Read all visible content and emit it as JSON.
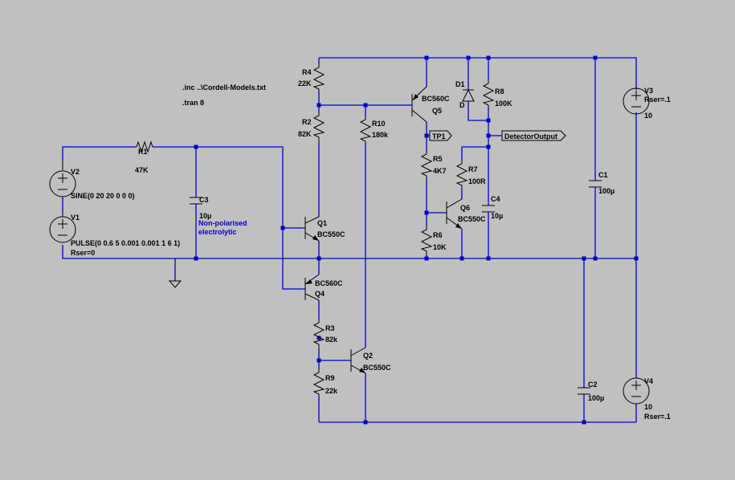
{
  "directives": {
    "inc": ".inc ..\\Cordell-Models.txt",
    "tran": ".tran 8"
  },
  "labels": {
    "tp1": "TP1",
    "detector": "DetectorOutput"
  },
  "note": {
    "line1": "Non-polarised",
    "line2": "electrolytic"
  },
  "components": {
    "R1": {
      "name": "R1",
      "value": "47K"
    },
    "R2": {
      "name": "R2",
      "value": "82K"
    },
    "R3": {
      "name": "R3",
      "value": "82k"
    },
    "R4": {
      "name": "R4",
      "value": "22K"
    },
    "R5": {
      "name": "R5",
      "value": "4K7"
    },
    "R6": {
      "name": "R6",
      "value": "10K"
    },
    "R7": {
      "name": "R7",
      "value": "100R"
    },
    "R8": {
      "name": "R8",
      "value": "100K"
    },
    "R9": {
      "name": "R9",
      "value": "22k"
    },
    "R10": {
      "name": "R10",
      "value": "180k"
    },
    "C1": {
      "name": "C1",
      "value": "100µ"
    },
    "C2": {
      "name": "C2",
      "value": "100µ"
    },
    "C3": {
      "name": "C3",
      "value": "10µ"
    },
    "C4": {
      "name": "C4",
      "value": "10µ"
    },
    "Q1": {
      "name": "Q1",
      "model": "BC550C"
    },
    "Q2": {
      "name": "Q2",
      "model": "BC550C"
    },
    "Q4": {
      "name": "Q4",
      "model": "BC560C"
    },
    "Q5": {
      "name": "Q5",
      "model": "BC560C"
    },
    "Q6": {
      "name": "Q6",
      "model": "BC550C"
    },
    "D1": {
      "name": "D1",
      "model": "D"
    },
    "V1": {
      "name": "V1",
      "value": "PULSE(0 0.6 5 0.001 0.001 1 6 1)",
      "extra": "Rser=0"
    },
    "V2": {
      "name": "V2",
      "value": "SINE(0 20 20 0 0 0)"
    },
    "V3": {
      "name": "V3",
      "extra": "Rser=.1",
      "value": "10"
    },
    "V4": {
      "name": "V4",
      "value": "10",
      "extra": "Rser=.1"
    }
  },
  "colors": {
    "wire": "#0000cc",
    "background": "#c0c0c0",
    "component": "#000000"
  }
}
